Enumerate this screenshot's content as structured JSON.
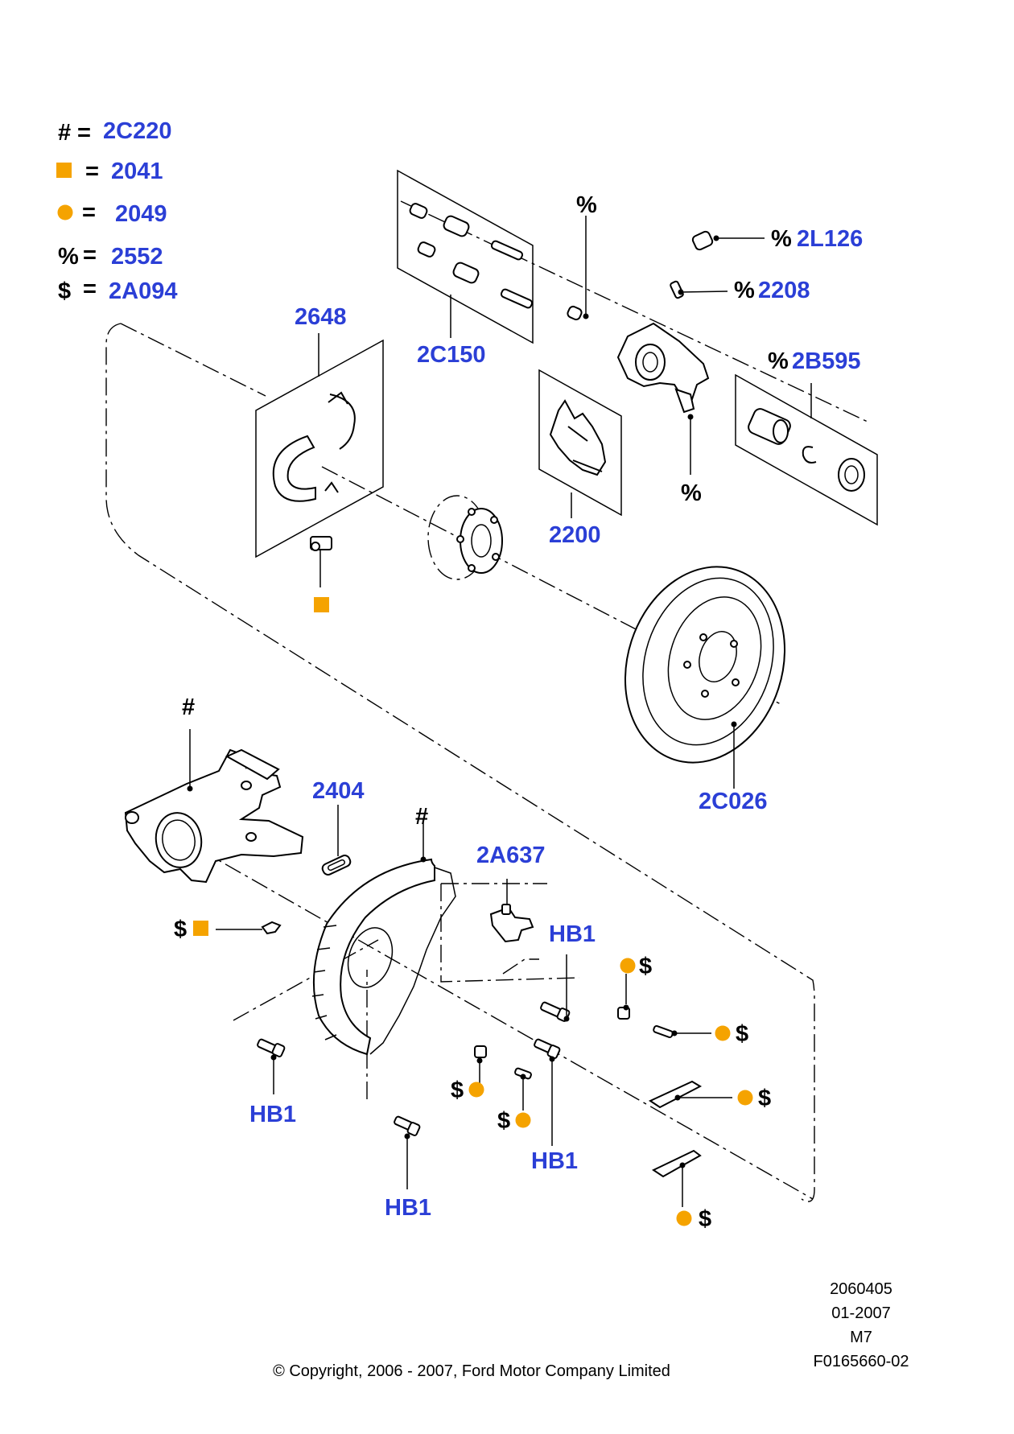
{
  "legend": [
    {
      "symbol": "#",
      "code": "2C220"
    },
    {
      "symbol": "square",
      "code": "2041"
    },
    {
      "symbol": "circle",
      "code": "2049"
    },
    {
      "symbol": "%",
      "code": "2552"
    },
    {
      "symbol": "$",
      "code": "2A094"
    }
  ],
  "parts": {
    "p2648": "2648",
    "p2C150": "2C150",
    "p2L126": "2L126",
    "p2208": "2208",
    "p2B595": "2B595",
    "p2200": "2200",
    "p2C026": "2C026",
    "p2404": "2404",
    "p2A637": "2A637",
    "hb1": "HB1"
  },
  "symbols": {
    "hash": "#",
    "percent": "%",
    "dollar": "$",
    "eq": "="
  },
  "colors": {
    "label": "#2b3fd6",
    "marker": "#f5a300"
  },
  "footer": {
    "line1": "2060405",
    "line2": "01-2007",
    "line3": "M7",
    "line4": "F0165660-02",
    "copyright": "© Copyright, 2006 - 2007, Ford Motor Company Limited"
  }
}
